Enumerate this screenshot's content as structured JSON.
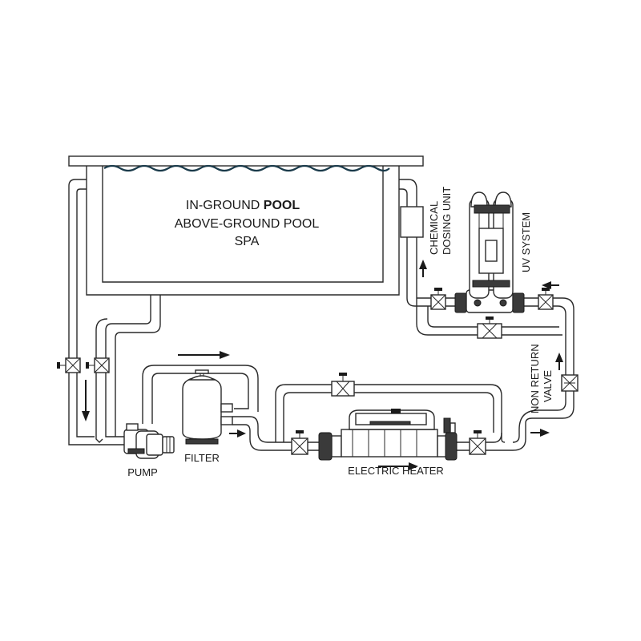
{
  "pool": {
    "line1_prefix": "IN-GROUND ",
    "line1_bold": "POOL",
    "line2": "ABOVE-GROUND POOL",
    "line3": "SPA"
  },
  "labels": {
    "chemical_dosing_line1": "CHEMICAL",
    "chemical_dosing_line2": "DOSING UNIT",
    "uv_system": "UV SYSTEM",
    "non_return_line1": "NON RETURN",
    "non_return_line2": "VALVE",
    "pump": "PUMP",
    "filter": "FILTER",
    "electric_heater": "ELECTRIC HEATER"
  },
  "colors": {
    "line": "#2a2a2a",
    "water": "#1a3a4a",
    "background": "#ffffff"
  }
}
